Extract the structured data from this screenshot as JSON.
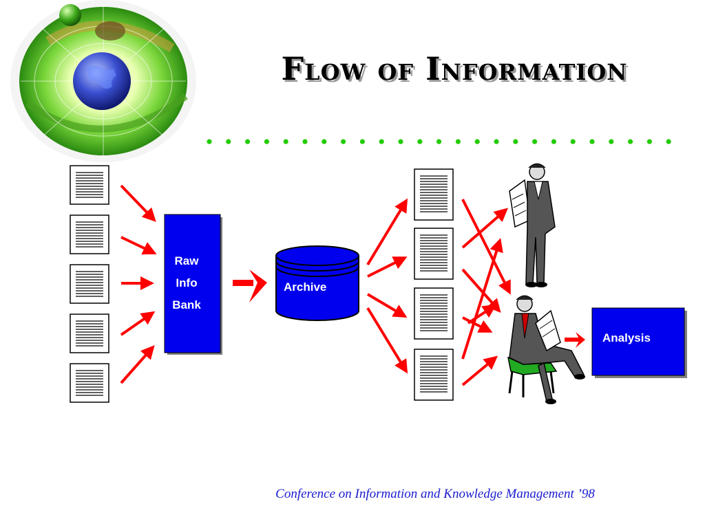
{
  "slide": {
    "title": "Flow of Information",
    "footer": "Conference on Information and Knowledge Management ’98"
  },
  "diagram": {
    "raw_info_bank": [
      "Raw",
      "Info",
      "Bank"
    ],
    "archive": "Archive",
    "analysis": "Analysis"
  },
  "colors": {
    "box_fill": "#0000ee",
    "arrow": "#ff0000",
    "dots": "#22cc00",
    "footer_text": "#1a1ad0"
  }
}
